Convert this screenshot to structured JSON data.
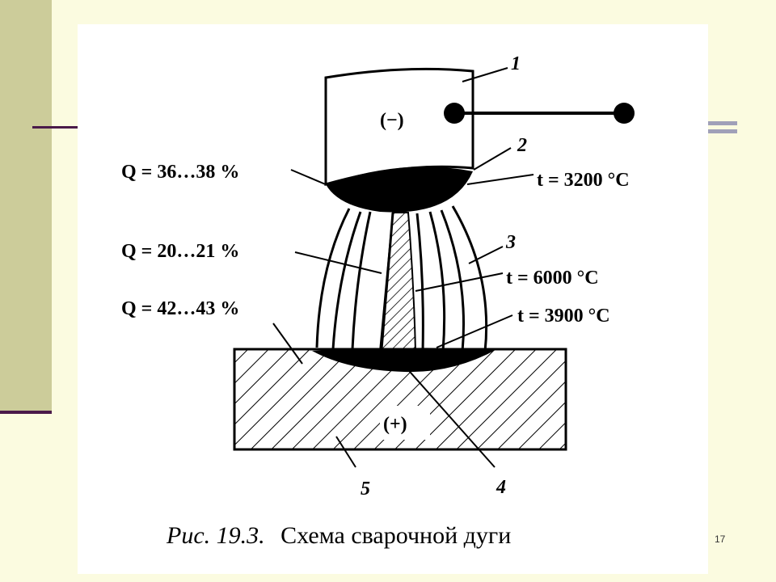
{
  "diagram": {
    "electrode_sign": "(−)",
    "workpiece_sign": "(+)",
    "q_cathode": "Q = 36…38 %",
    "q_column": "Q = 20…21 %",
    "q_anode": "Q = 42…43 %",
    "t_cathode": "t = 3200 °C",
    "t_column": "t = 6000 °C",
    "t_anode": "t = 3900 °C",
    "callouts": [
      "1",
      "2",
      "3",
      "4",
      "5"
    ],
    "caption_number": "Рис. 19.3.",
    "caption_text": "Схема сварочной дуги"
  },
  "slide": {
    "number": "17"
  }
}
